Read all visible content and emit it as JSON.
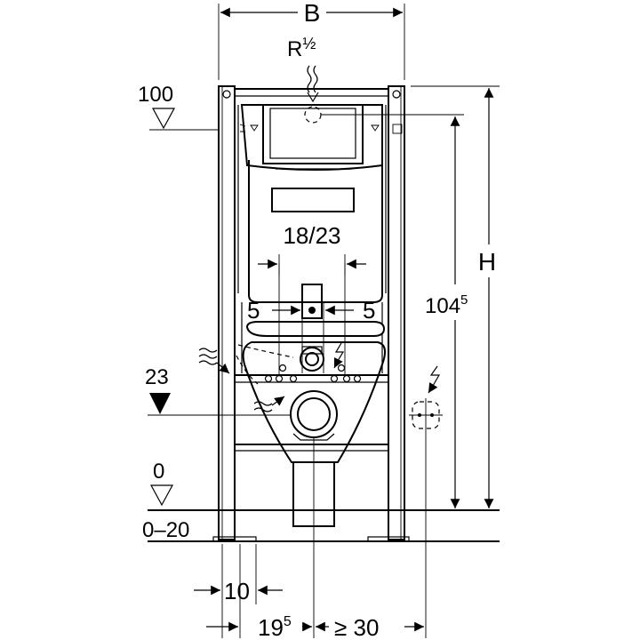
{
  "labels": {
    "width": "B",
    "height": "H",
    "thread_main": "R",
    "thread_frac": "½",
    "level_top": "100",
    "level_axis": "23",
    "level_floor": "0",
    "floor_range": "0–20",
    "flush_volume": "18/23",
    "spacing_left": "5",
    "spacing_right": "5",
    "height_main": "104",
    "height_sup": "5",
    "dim_10": "10",
    "dim_19_main": "19",
    "dim_19_sup": "5",
    "dim_30": "≥ 30"
  }
}
